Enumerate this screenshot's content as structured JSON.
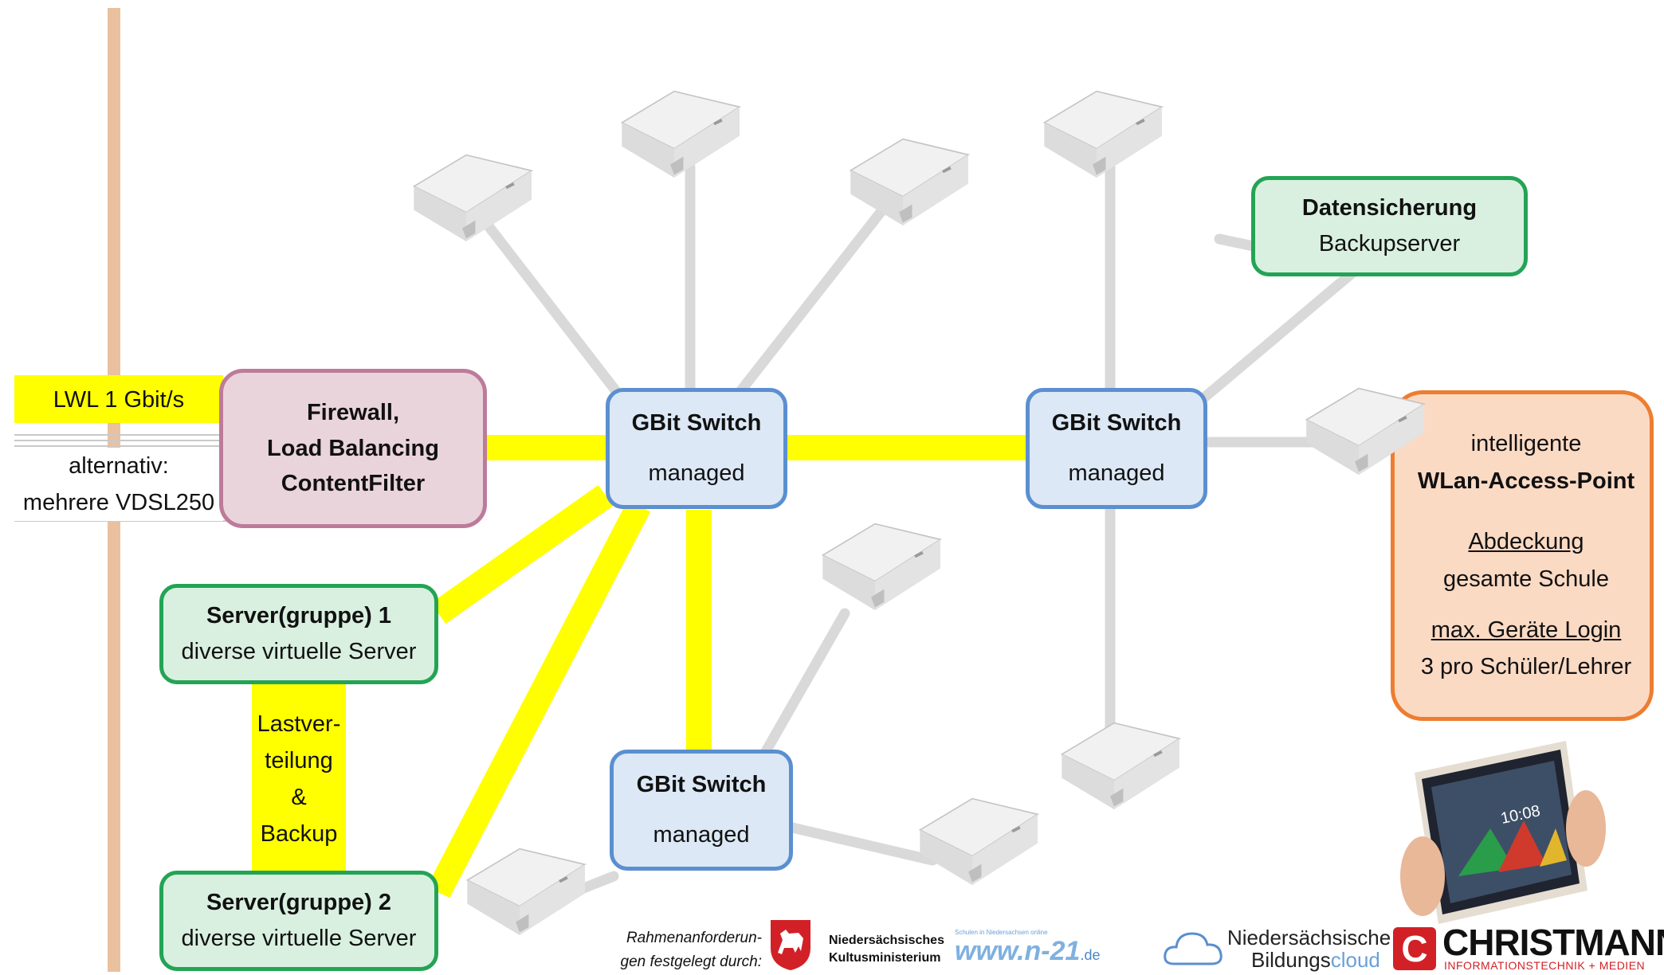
{
  "colors": {
    "link_main": "#ffff00",
    "link_secondary": "#d9d9d9",
    "wan_pole": "#e9c19f",
    "switch_border": "#5b8fd0",
    "switch_fill": "#dce8f5",
    "firewall_border": "#bd7b9a",
    "server_border": "#23a455",
    "wlan_border": "#ed7d31",
    "brand_red": "#d12127"
  },
  "wan": {
    "fiber_label": "LWL 1 Gbit/s",
    "alt_line1": "alternativ:",
    "alt_line2": "mehrere VDSL250"
  },
  "firewall": {
    "line1": "Firewall,",
    "line2": "Load Balancing",
    "line3": "ContentFilter"
  },
  "switches": [
    {
      "title": "GBit Switch",
      "subtitle": "managed"
    },
    {
      "title": "GBit Switch",
      "subtitle": "managed"
    },
    {
      "title": "GBit Switch",
      "subtitle": "managed"
    }
  ],
  "servers": [
    {
      "title": "Server(gruppe) 1",
      "subtitle": "diverse virtuelle Server"
    },
    {
      "title": "Server(gruppe) 2",
      "subtitle": "diverse virtuelle Server"
    }
  ],
  "load_balance": {
    "line1": "Lastver-",
    "line2": "teilung",
    "line3": "&",
    "line4": "Backup"
  },
  "backup": {
    "title": "Datensicherung",
    "subtitle": "Backupserver"
  },
  "wlan_info": {
    "line1": "intelligente",
    "line2": "WLan-Access-Point",
    "coverage_title": "Abdeckung",
    "coverage_text": "gesamte Schule",
    "login_title": "max. Geräte Login",
    "login_text": "3 pro Schüler/Lehrer"
  },
  "tablet": {
    "clock": "10:08"
  },
  "footer": {
    "credit_line1": "Rahmenanforderun-",
    "credit_line2": "gen festgelegt durch:",
    "ministry_line1": "Niedersächsisches",
    "ministry_line2": "Kultusministerium",
    "n21_tagline": "Schulen in Niedersachsen online",
    "n21_main": "www.n-21",
    "n21_suffix": ".de",
    "cloud_line1": "Niedersächsische",
    "cloud_line2a": "Bildungs",
    "cloud_line2b": "cloud",
    "company_name": "CHRISTMANN",
    "company_sub": "INFORMATIONSTECHNIK + MEDIEN",
    "company_letter": "C"
  },
  "icons": [
    "access-point-icon",
    "lower-saxony-horse-icon",
    "cloud-icon",
    "tablet-icon"
  ]
}
